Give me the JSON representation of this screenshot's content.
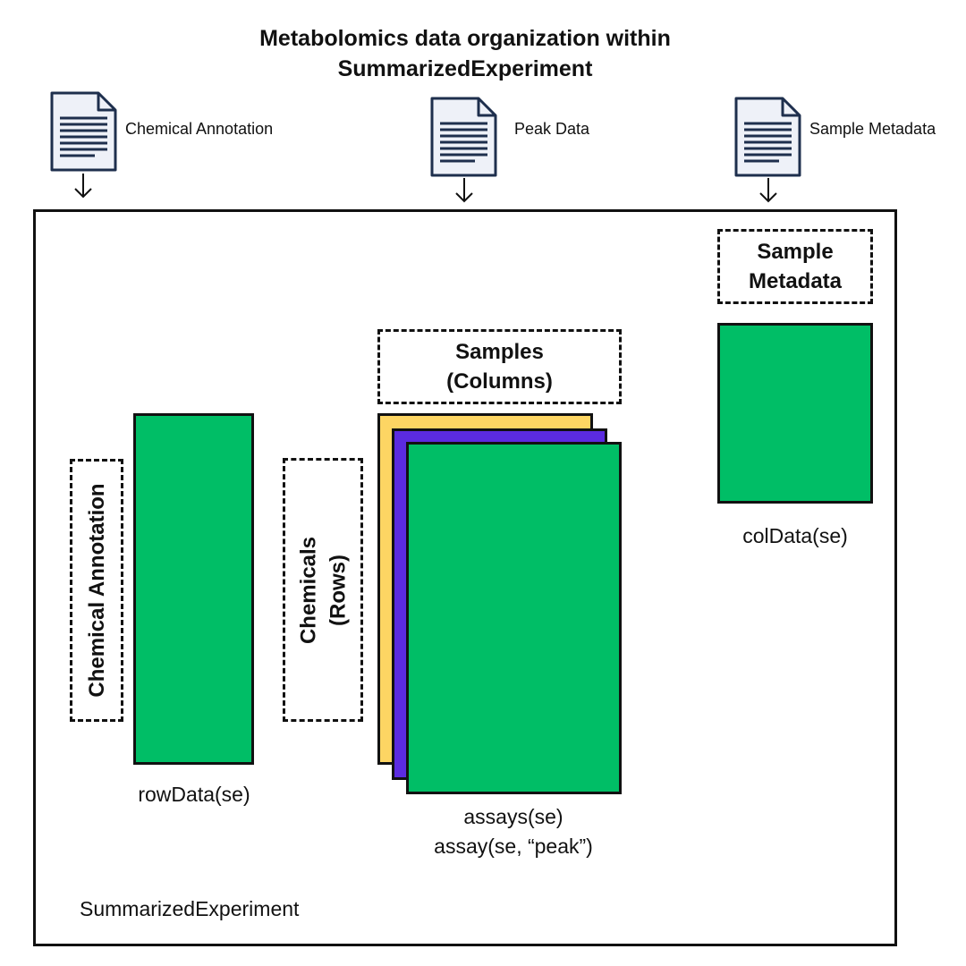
{
  "title": {
    "line1": "Metabolomics data organization within",
    "line2": "SummarizedExperiment"
  },
  "inputs": [
    {
      "label": "Chemical Annotation",
      "icon": "document-icon"
    },
    {
      "label": "Peak Data",
      "icon": "document-icon"
    },
    {
      "label": "Sample Metadata",
      "icon": "document-icon"
    }
  ],
  "container": {
    "label": "SummarizedExperiment"
  },
  "row_data": {
    "side_label": "Chemical Annotation",
    "accessor": "rowData(se)",
    "color": "#00be66"
  },
  "assays": {
    "rows_label_line1": "Chemicals",
    "rows_label_line2": "(Rows)",
    "cols_label_line1": "Samples",
    "cols_label_line2": "(Columns)",
    "accessor_line1": "assays(se)",
    "accessor_line2": "assay(se, “peak”)",
    "layer_colors": [
      "#fdd563",
      "#5b2be0",
      "#00be66"
    ]
  },
  "col_data": {
    "label_line1": "Sample",
    "label_line2": "Metadata",
    "accessor": "colData(se)",
    "color": "#00be66"
  },
  "colors": {
    "outline": "#111111",
    "doc_fill": "#eef1f8",
    "doc_stroke": "#1e2f4d"
  }
}
